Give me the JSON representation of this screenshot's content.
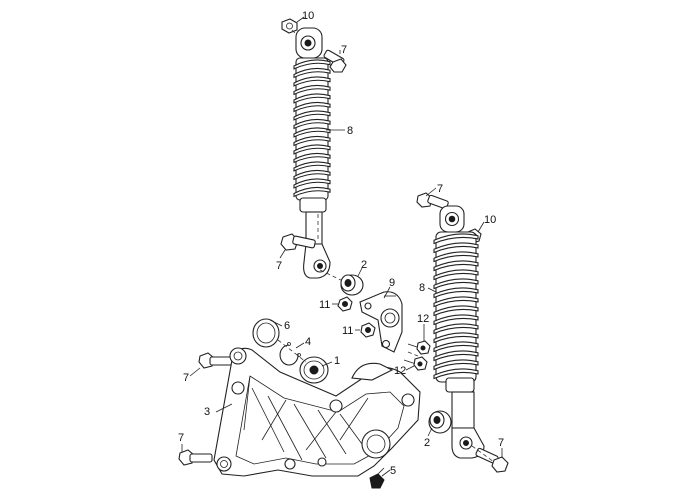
{
  "callouts": {
    "c10a": "10",
    "c7a": "7",
    "c8a": "8",
    "c7b": "7",
    "c2a": "2",
    "c9": "9",
    "c11a": "11",
    "c11b": "11",
    "c6": "6",
    "c4": "4",
    "c1": "1",
    "c7c": "7",
    "c3": "3",
    "c7d": "7",
    "c5": "5",
    "c7e": "7",
    "c10b": "10",
    "c8b": "8",
    "c12a": "12",
    "c12b": "12",
    "c2b": "2",
    "c7f": "7"
  },
  "colors": {
    "line": "#222222",
    "fill": "#ffffff",
    "dark": "#1a1a1a"
  }
}
